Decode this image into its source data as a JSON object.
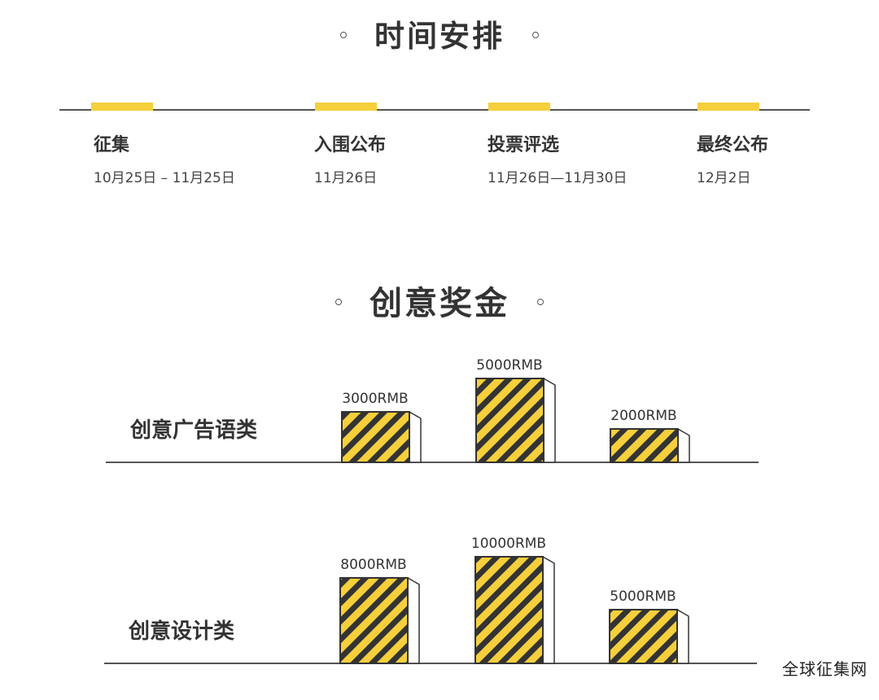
{
  "schedule": {
    "title": "时间安排",
    "items": [
      {
        "label": "征集",
        "date": "10月25日 – 11月25日"
      },
      {
        "label": "入围公布",
        "date": "11月26日"
      },
      {
        "label": "投票评选",
        "date": "11月26日—11月30日"
      },
      {
        "label": "最终公布",
        "date": "12月2日"
      }
    ]
  },
  "prizes": {
    "title": "创意奖金"
  },
  "colors": {
    "accent": "#f5cf3c",
    "stripe_dark": "#333333",
    "line": "#555555"
  },
  "chart_data": {
    "type": "bar",
    "series": [
      {
        "name": "创意广告语类",
        "values": [
          3000,
          5000,
          2000
        ],
        "labels": [
          "3000RMB",
          "5000RMB",
          "2000RMB"
        ]
      },
      {
        "name": "创意设计类",
        "values": [
          8000,
          10000,
          5000
        ],
        "labels": [
          "8000RMB",
          "10000RMB",
          "5000RMB"
        ]
      }
    ],
    "unit": "RMB"
  },
  "watermark": "全球征集网"
}
